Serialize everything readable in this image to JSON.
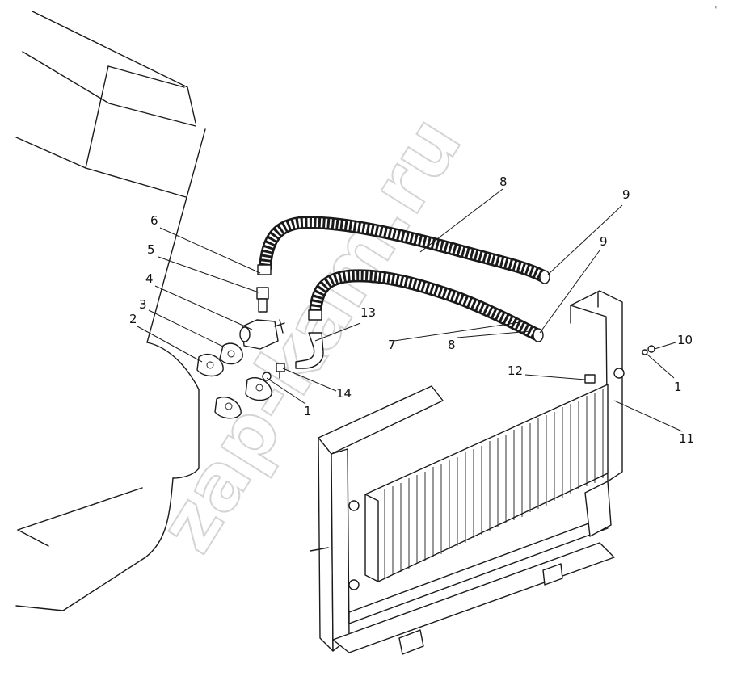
{
  "watermark": "zap-kam.ru",
  "corner_mark": "⌐",
  "callouts": [
    {
      "id": "c6",
      "text": "6"
    },
    {
      "id": "c5",
      "text": "5"
    },
    {
      "id": "c4",
      "text": "4"
    },
    {
      "id": "c3",
      "text": "3"
    },
    {
      "id": "c2",
      "text": "2"
    },
    {
      "id": "c1a",
      "text": "1"
    },
    {
      "id": "c13",
      "text": "13"
    },
    {
      "id": "c14",
      "text": "14"
    },
    {
      "id": "c7",
      "text": "7"
    },
    {
      "id": "c8a",
      "text": "8"
    },
    {
      "id": "c8b",
      "text": "8"
    },
    {
      "id": "c9a",
      "text": "9"
    },
    {
      "id": "c9b",
      "text": "9"
    },
    {
      "id": "c10",
      "text": "10"
    },
    {
      "id": "c1b",
      "text": "1"
    },
    {
      "id": "c12",
      "text": "12"
    },
    {
      "id": "c11",
      "text": "11"
    }
  ]
}
